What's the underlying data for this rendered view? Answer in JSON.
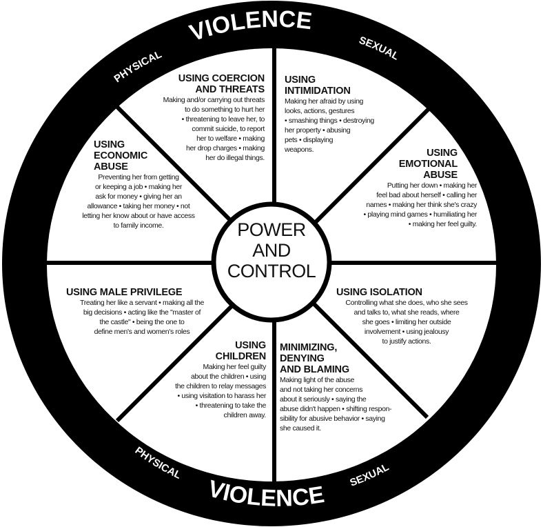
{
  "ring": {
    "top_title": "VIOLENCE",
    "bottom_title": "VIOLENCE",
    "top_left": "PHYSICAL",
    "top_right": "SEXUAL",
    "bottom_left": "PHYSICAL",
    "bottom_right": "SEXUAL"
  },
  "center": {
    "label": "POWER\nAND\nCONTROL"
  },
  "sections": {
    "coercion": {
      "heading": "USING COERCION\nAND THREATS",
      "body": "Making and/or carrying out threats\nto do something to hurt her\n• threatening to leave her, to\ncommit suicide, to report\nher to welfare • making\nher drop charges • making\nher do illegal things."
    },
    "intimidation": {
      "heading": "USING\nINTIMIDATION",
      "body": "Making her afraid by using\nlooks, actions, gestures\n• smashing things • destroying\nher property • abusing\npets • displaying\nweapons."
    },
    "economic": {
      "heading": "USING\nECONOMIC\nABUSE",
      "body": "Preventing her from getting\nor keeping a job • making her\nask for money • giving her an\nallowance • taking her money • not\nletting her know about or have access\nto family income."
    },
    "emotional": {
      "heading": "USING\nEMOTIONAL\nABUSE",
      "body": "Putting her down • making her\nfeel bad about herself • calling her\nnames • making her think she's crazy\n• playing mind games • humiliating her\n• making her feel guilty."
    },
    "male_privilege": {
      "heading": "USING MALE PRIVILEGE",
      "body": "Treating her like a servant • making all the\nbig decisions • acting like the \"master of\nthe castle\"  • being the one to\ndefine men's and women's roles"
    },
    "isolation": {
      "heading": "USING ISOLATION",
      "body": "Controlling what she does, who she sees\nand talks to, what she reads, where\nshe goes • limiting her outside\ninvolvement • using jealousy\nto justify actions."
    },
    "children": {
      "heading": "USING\nCHILDREN",
      "body": "Making her feel guilty\nabout the children • using\nthe children to relay messages\n• using visitation to harass her\n• threatening to take the\nchildren away."
    },
    "minimizing": {
      "heading": "MINIMIZING,\nDENYING\nAND BLAMING",
      "body": "Making light of the abuse\nand not taking her concerns\nabout it seriously • saying the\nabuse didn't happen • shifting respon-\nsibility for abusive behavior • saying\nshe caused it."
    }
  }
}
